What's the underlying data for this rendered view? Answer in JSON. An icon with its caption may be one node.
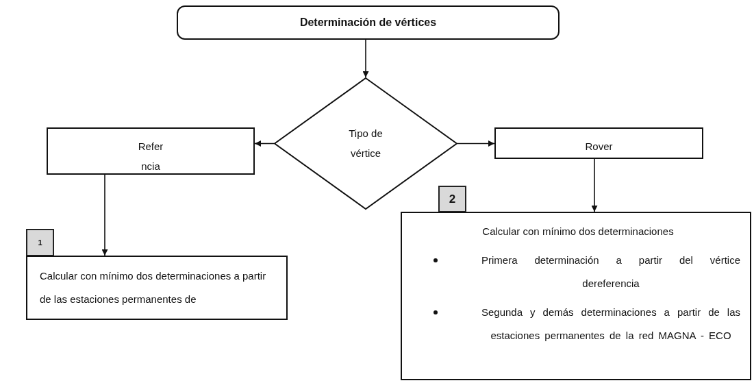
{
  "diagram": {
    "nodes": [
      {
        "text": [
          "Determinación de vértices"
        ]
      },
      {
        "text": [
          "Tipo de vértice"
        ]
      },
      {
        "text": [
          "Refer ncia"
        ]
      },
      {
        "text": [
          "Rover"
        ]
      },
      {
        "text": [
          "1"
        ]
      },
      {
        "text": [
          "Calcular con mínimo dos determinaciones a partir de las estaciones permanentes de"
        ]
      },
      {
        "text": [
          "2"
        ]
      },
      {
        "text": [
          "Calcular con mínimo dos determinaciones",
          "Primera determinación a partir del vértice dereferencia",
          "Segunda y demás determinaciones a partir de las estaciones permanentes de la red MAGNA - ECO"
        ]
      }
    ],
    "edges": [
      {
        "from": 0,
        "to": 1,
        "arrow": "to"
      },
      {
        "from": 1,
        "to": 2,
        "arrow": "to"
      },
      {
        "from": 1,
        "to": 3,
        "arrow": "to"
      },
      {
        "from": 2,
        "to": 5,
        "arrow": "to"
      },
      {
        "from": 3,
        "to": 7,
        "arrow": "to"
      }
    ]
  }
}
